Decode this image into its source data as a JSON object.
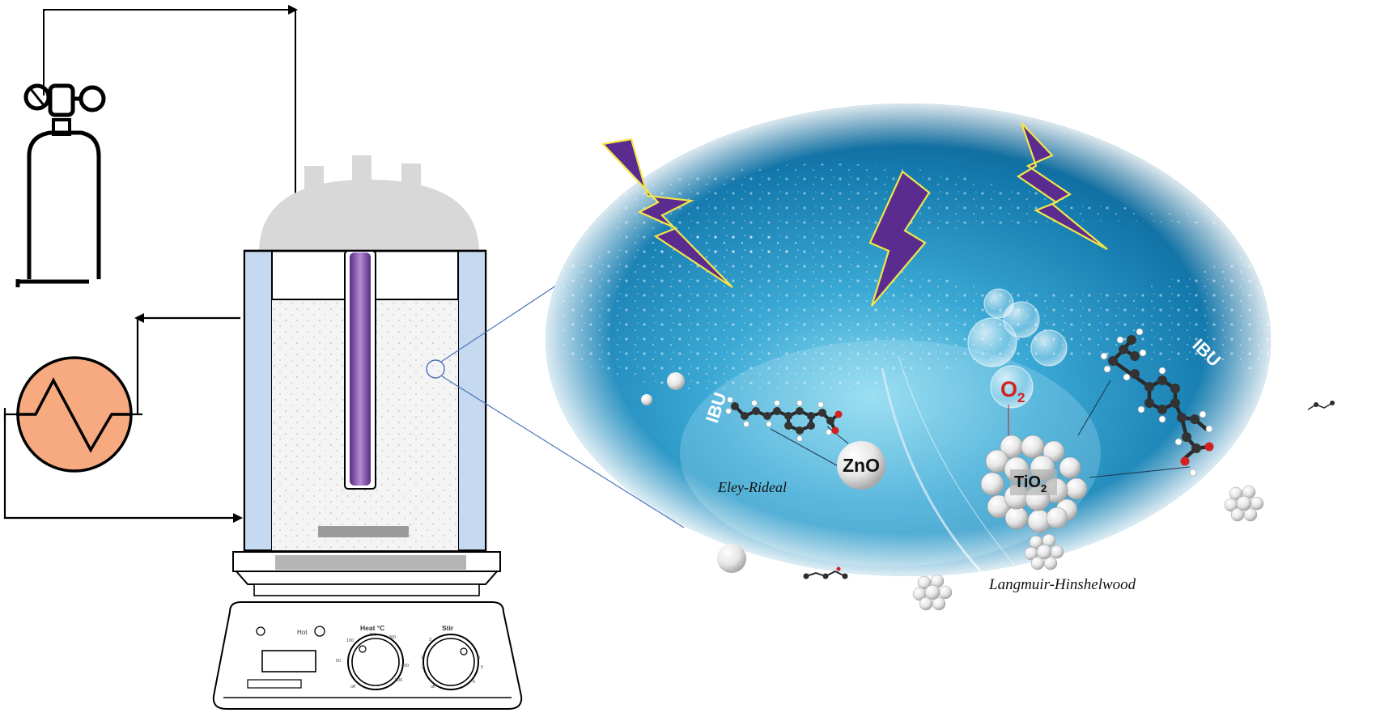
{
  "labels": {
    "ibu_left": "IBU",
    "ibu_right": "IBU",
    "zno": "ZnO",
    "tio2_base": "TiO",
    "tio2_sub": "2",
    "o2_base": "O",
    "o2_sub": "2",
    "mech_left": "Eley-Rideal",
    "mech_right": "Langmuir-Hinshelwood"
  },
  "stirrer": {
    "hot_label": "Hot",
    "heat_label": "Heat °C",
    "stir_label": "Stir",
    "heat_ticks": [
      "100",
      "200",
      "300",
      "400",
      "500",
      "50",
      "off"
    ],
    "stir_ticks": [
      "1",
      "2",
      "3",
      "4",
      "5",
      "6",
      "off"
    ]
  },
  "colors": {
    "water_dark": "#0f5f8c",
    "water_light": "#7fd0ea",
    "lightning": "#5b2c8f",
    "lightning_edge": "#f2e64a",
    "uv_lamp": "#7b3fa6",
    "jacket": "#c5daf0",
    "chiller": "#f7a97f",
    "zoom_line": "#4a72b8",
    "o2_text": "#d42020"
  },
  "icons": [
    "gas-cylinder-icon",
    "regulator-icon",
    "chiller-icon",
    "reactor-icon",
    "uv-lamp-icon",
    "stirrer-bar-icon",
    "hotplate-stirrer-icon",
    "lightning-icon",
    "ibu-molecule-icon",
    "nanoparticle-icon"
  ]
}
